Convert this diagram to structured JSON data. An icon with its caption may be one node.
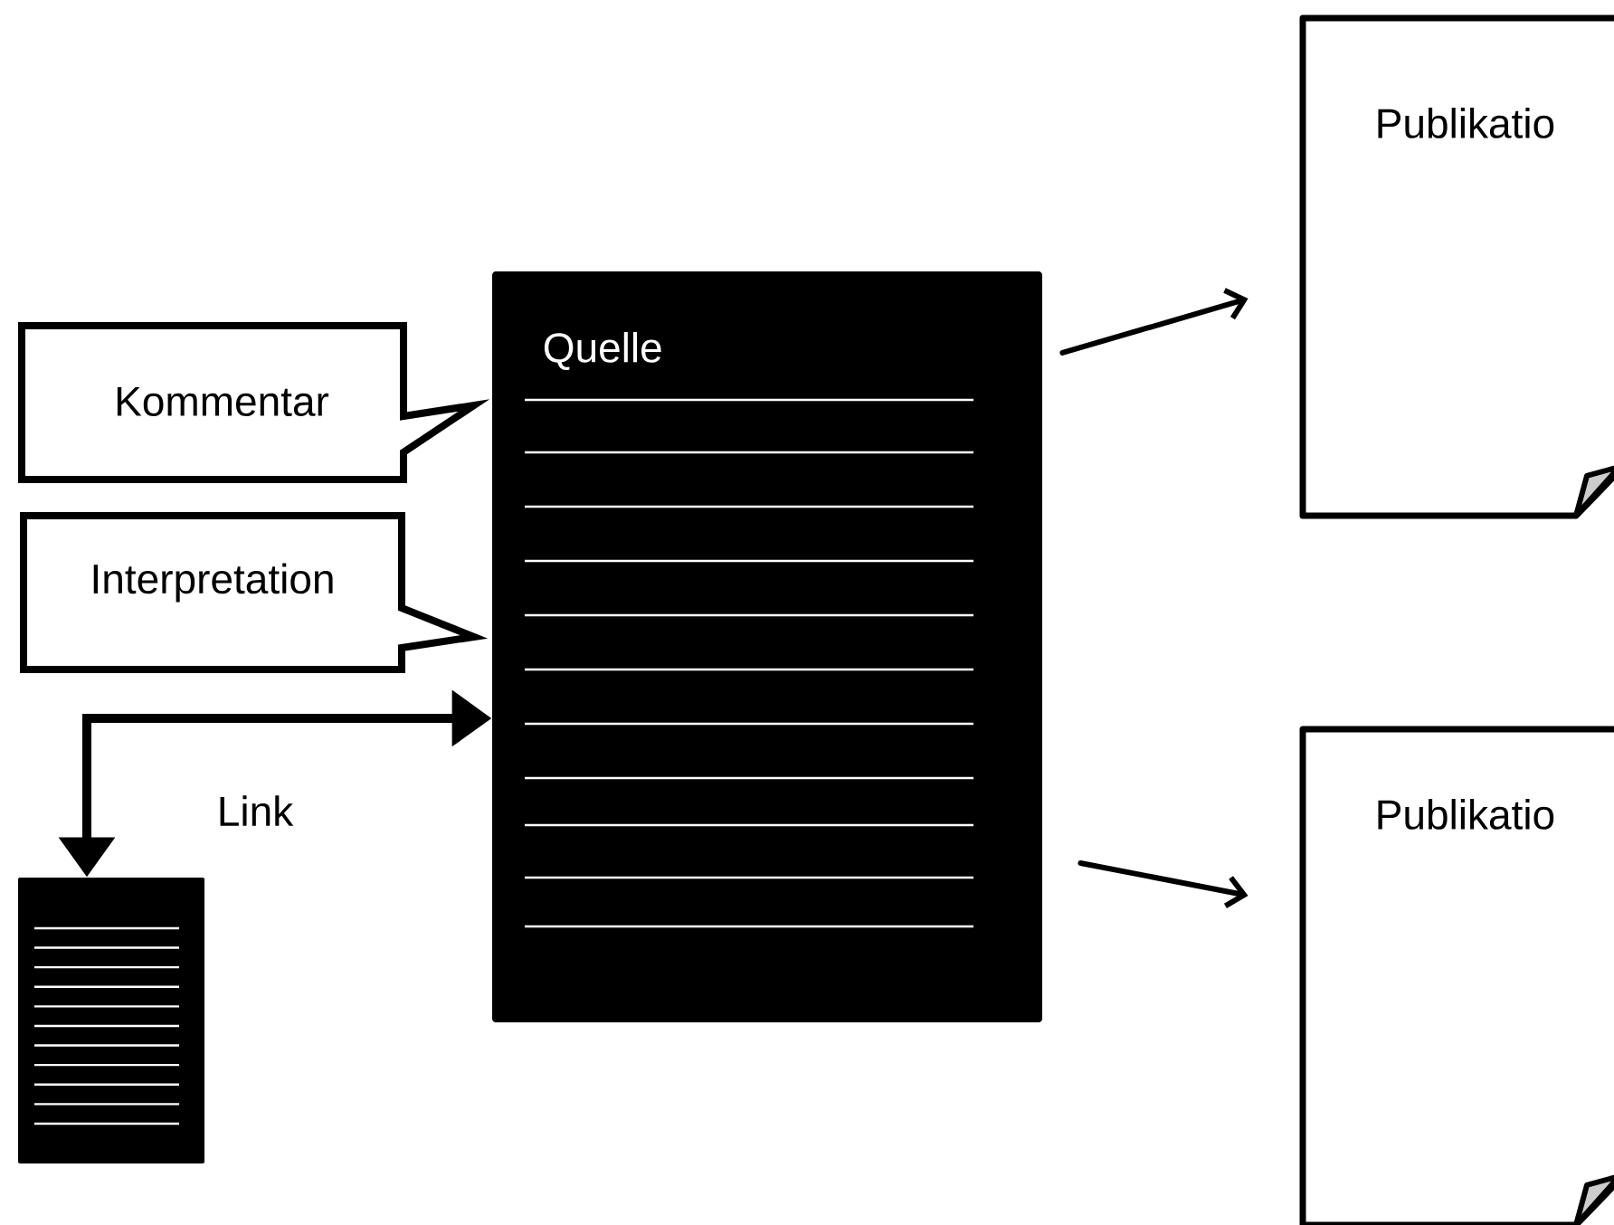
{
  "diagram": {
    "nodes": [
      {
        "text": [
          "Kommentar"
        ]
      },
      {
        "text": [
          "Interpretation"
        ]
      },
      {
        "text": [
          "Quelle"
        ]
      },
      {
        "text": [],
        "shape": "picture"
      },
      {
        "text": [
          "Publikatio"
        ]
      },
      {
        "text": [
          "Publikatio"
        ]
      }
    ],
    "edges": [
      {
        "from": 2,
        "to": 3,
        "arrow": "both",
        "label": "Link"
      },
      {
        "from": 2,
        "to": 4,
        "arrow": "to"
      },
      {
        "from": 2,
        "to": 5,
        "arrow": "to"
      }
    ]
  }
}
